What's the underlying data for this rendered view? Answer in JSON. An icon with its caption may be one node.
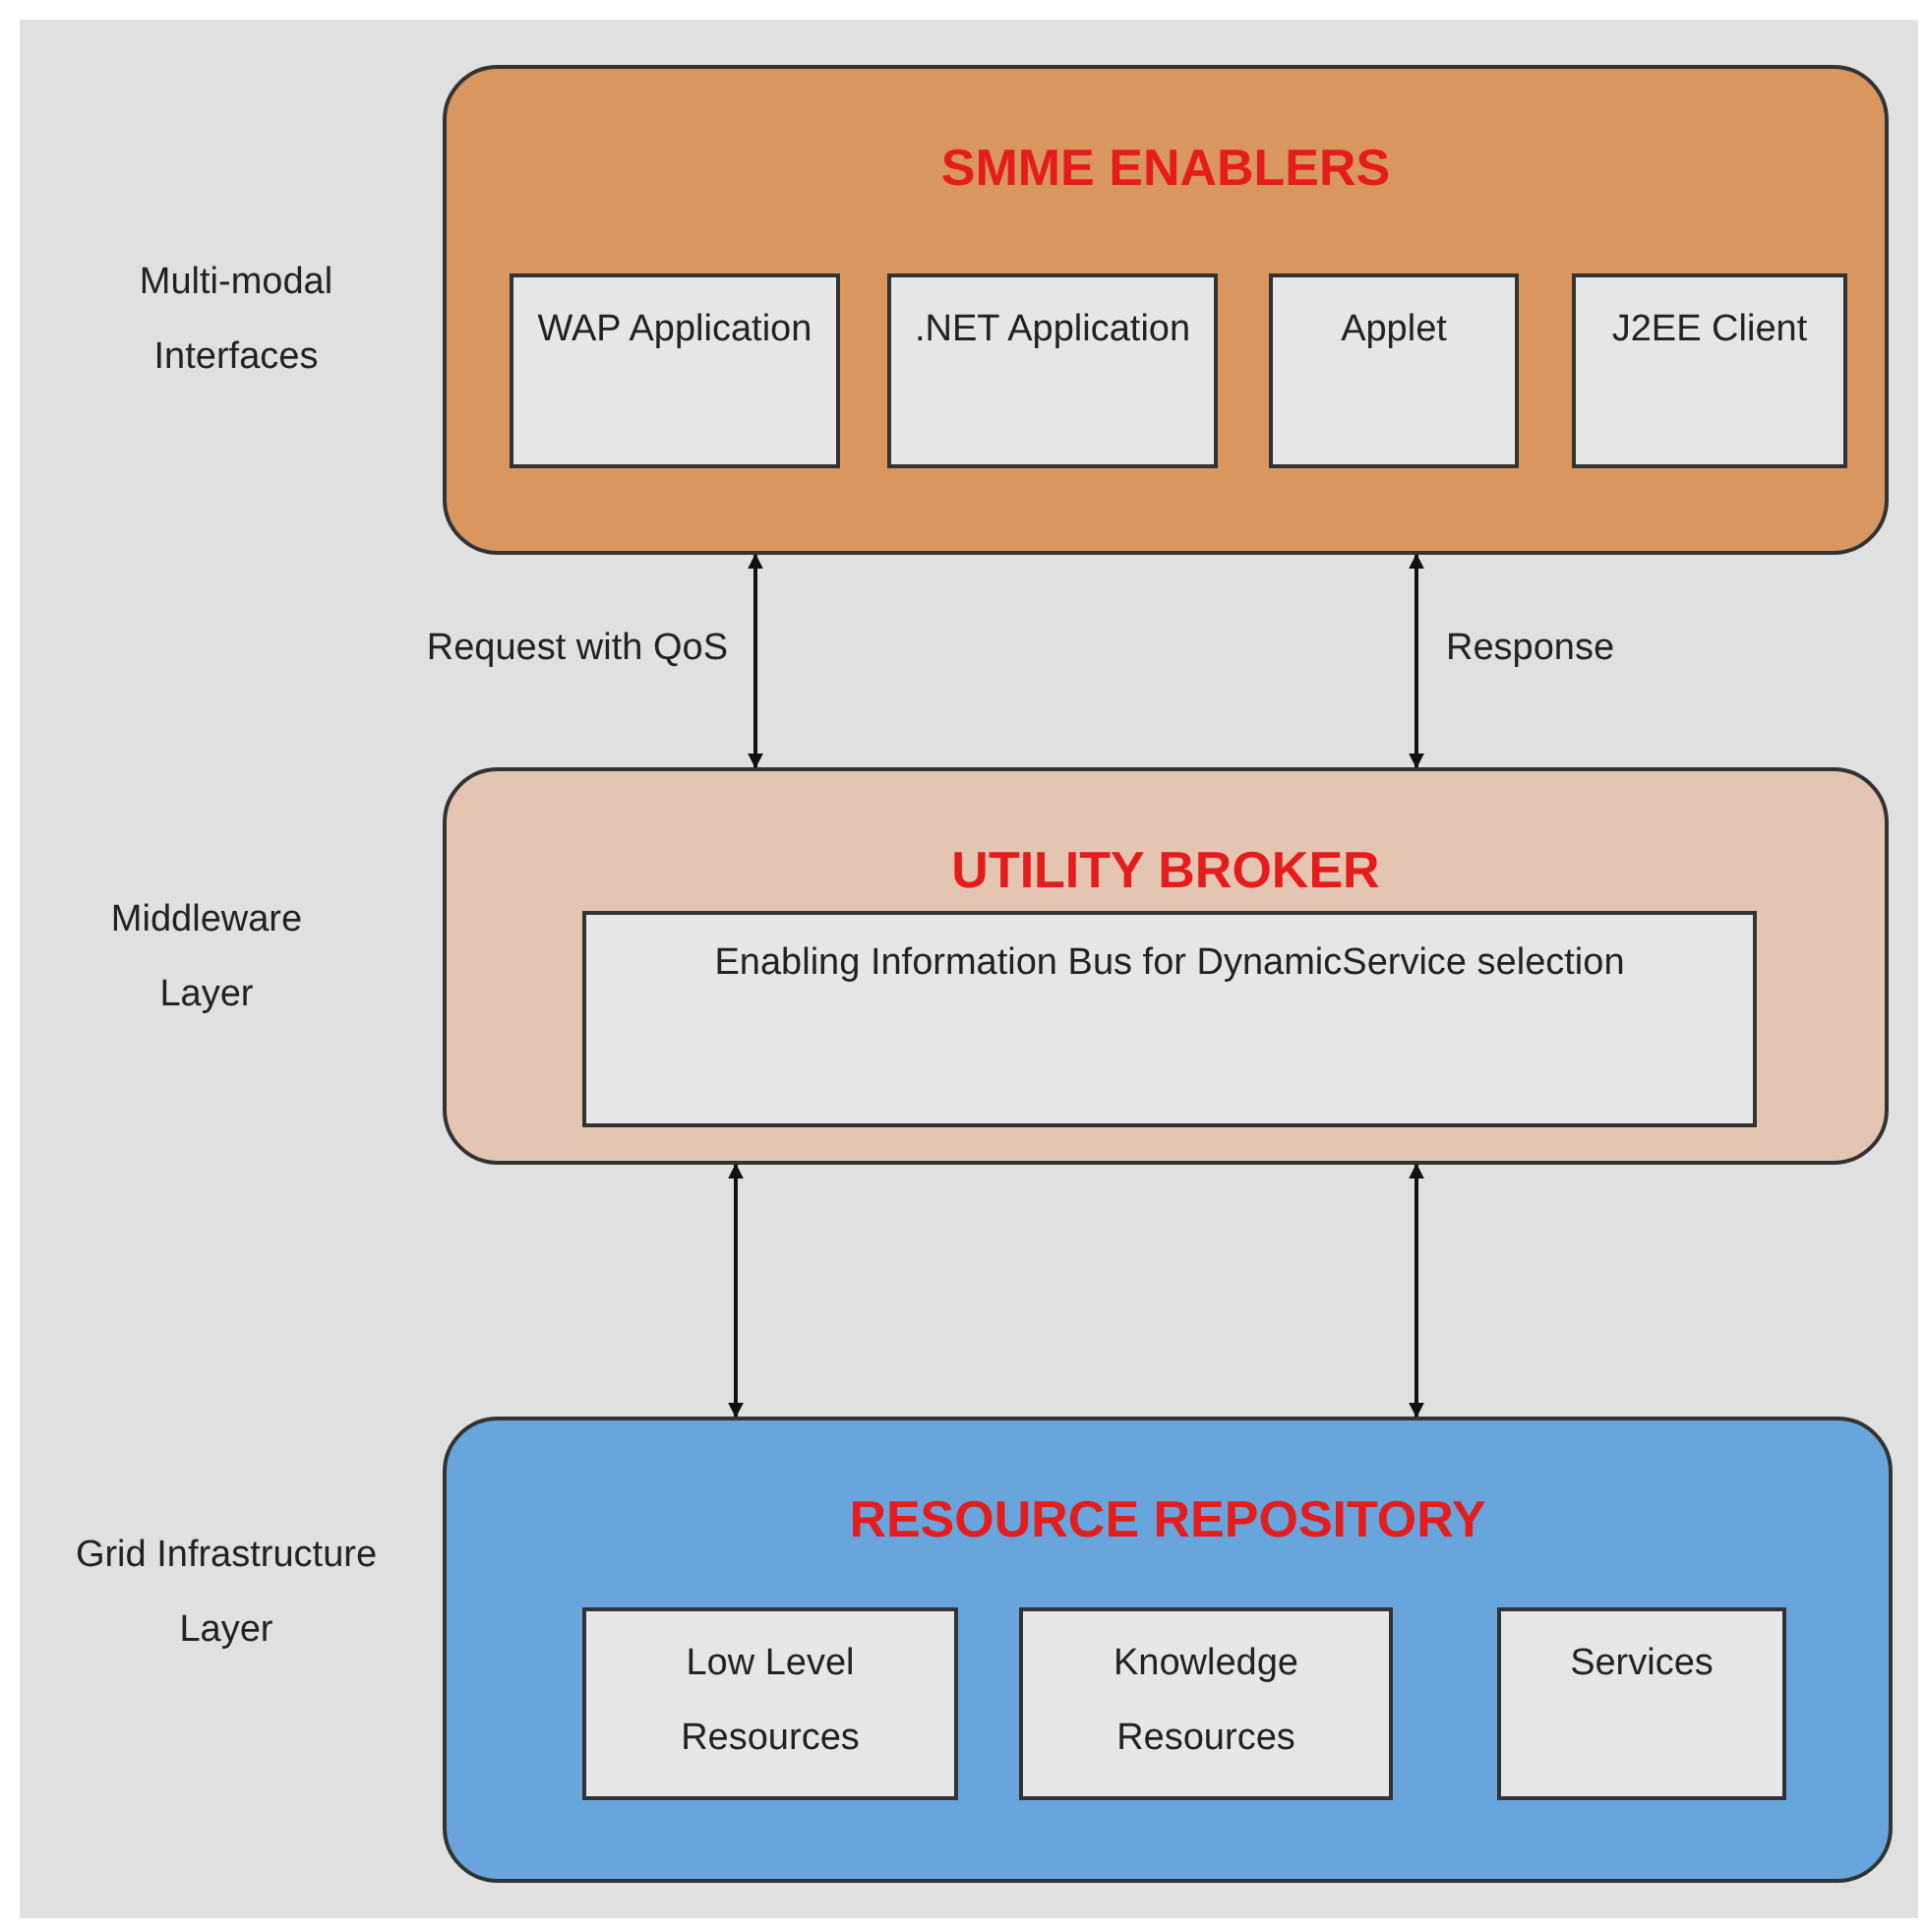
{
  "diagram": {
    "nodes": [
      {
        "text": [
          "SMME ENABLERS"
        ],
        "beside": [
          "Multi-modal Interfaces"
        ]
      },
      {
        "text": [
          "WAP Application"
        ],
        "in": 0
      },
      {
        "text": [
          ".NET Application"
        ],
        "in": 0
      },
      {
        "text": [
          "Applet"
        ],
        "in": 0
      },
      {
        "text": [
          "J2EE Client"
        ],
        "in": 0
      },
      {
        "text": [
          "UTILITY BROKER"
        ],
        "beside": [
          "Middleware Layer"
        ]
      },
      {
        "text": [
          "Enabling Information Bus for DynamicService selection"
        ],
        "in": 5
      },
      {
        "text": [
          "RESOURCE REPOSITORY"
        ],
        "beside": [
          "Grid Infrastructure Layer"
        ]
      },
      {
        "text": [
          "Low Level Resources"
        ],
        "in": 7
      },
      {
        "text": [
          "Knowledge Resources"
        ],
        "in": 7
      },
      {
        "text": [
          "Services"
        ],
        "in": 7
      }
    ],
    "edges": [
      {
        "from": 0,
        "to": 5,
        "arrow": "both",
        "label": "Request with QoS"
      },
      {
        "from": 0,
        "to": 5,
        "arrow": "both",
        "label": "Response"
      },
      {
        "from": 5,
        "to": 7,
        "arrow": "both"
      },
      {
        "from": 5,
        "to": 7,
        "arrow": "both"
      }
    ]
  }
}
